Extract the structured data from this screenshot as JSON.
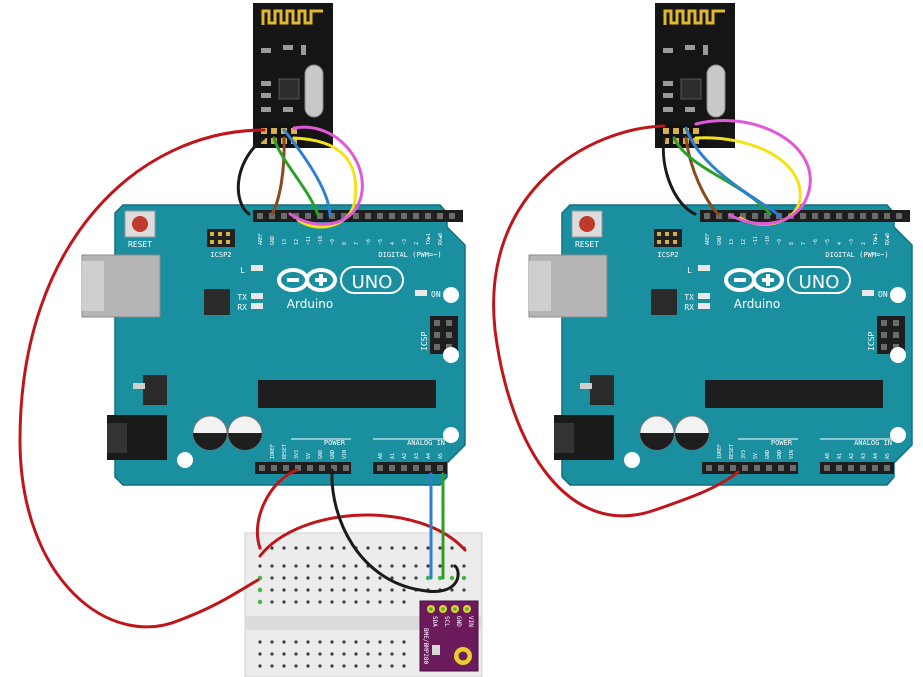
{
  "diagram": {
    "left_board": {
      "reset_label": "RESET",
      "icsp2_label": "ICSP2",
      "header_labels": [
        "AREF",
        "GND",
        "13",
        "12",
        "~11",
        "~10",
        "~9",
        "8",
        "7",
        "~6",
        "~5",
        "4",
        "~3",
        "2",
        "TX▶1",
        "RX◀0"
      ],
      "digital_label": "DIGITAL (PWM=~)",
      "l_label": "L",
      "tx_label": "TX",
      "rx_label": "RX",
      "on_label": "ON",
      "uno_label": "UNO",
      "brand_label": "Arduino",
      "icsp_label": "ICSP",
      "power_label": "POWER",
      "analog_label": "ANALOG IN",
      "power_pins": [
        "IOREF",
        "RESET",
        "3V3",
        "5V",
        "GND",
        "GND",
        "VIN"
      ],
      "analog_pins": [
        "A0",
        "A1",
        "A2",
        "A3",
        "A4",
        "A5"
      ]
    },
    "right_board": {
      "reset_label": "RESET",
      "icsp2_label": "ICSP2",
      "header_labels": [
        "AREF",
        "GND",
        "13",
        "12",
        "~11",
        "~10",
        "~9",
        "8",
        "7",
        "~6",
        "~5",
        "4",
        "~3",
        "2",
        "TX▶1",
        "RX◀0"
      ],
      "digital_label": "DIGITAL (PWM=~)",
      "l_label": "L",
      "tx_label": "TX",
      "rx_label": "RX",
      "on_label": "ON",
      "uno_label": "UNO",
      "brand_label": "Arduino",
      "icsp_label": "ICSP",
      "power_label": "POWER",
      "analog_label": "ANALOG IN",
      "power_pins": [
        "IOREF",
        "RESET",
        "3V3",
        "5V",
        "GND",
        "GND",
        "VIN"
      ],
      "analog_pins": [
        "A0",
        "A1",
        "A2",
        "A3",
        "A4",
        "A5"
      ]
    },
    "sensor": {
      "pins": [
        "VIN",
        "GND",
        "SCL",
        "SDA"
      ],
      "name": "BME/BMP280"
    },
    "colors": {
      "board": "#1a8fa0",
      "board_edge": "#11707e",
      "wire_red": "#c0161b",
      "wire_black": "#1a1a1a",
      "wire_brown": "#8a4a20",
      "wire_green": "#2aa02a",
      "wire_blue": "#2f7fd0",
      "wire_yellow": "#f2e21a",
      "wire_magenta": "#e05ad8",
      "sensor_purple": "#6b1a5c"
    }
  }
}
